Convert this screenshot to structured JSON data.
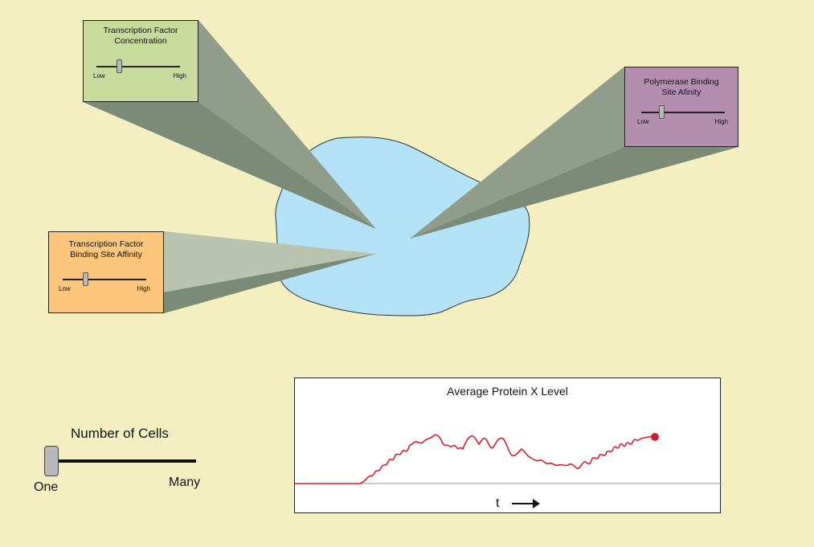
{
  "panels": {
    "tf_concentration": {
      "title_line1": "Transcription Factor",
      "title_line2": "Concentration",
      "low": "Low",
      "high": "High",
      "level": 0.27,
      "color": "#c9da9d"
    },
    "polymerase_affinity": {
      "title_line1": "Polymerase Binding",
      "title_line2": "Site Afinity",
      "low": "Low",
      "high": "High",
      "level": 0.24,
      "color": "#b38eae"
    },
    "tf_binding_affinity": {
      "title_line1": "Transcription Factor",
      "title_line2": "Binding Site Affinity",
      "low": "Low",
      "high": "High",
      "level": 0.27,
      "color": "#fbc57c"
    }
  },
  "cells_slider": {
    "title": "Number of Cells",
    "min_label": "One",
    "max_label": "Many",
    "level": 0.0
  },
  "plot": {
    "title": "Average Protein X Level",
    "x_label": "t",
    "arrow": "→",
    "line_color": "#d4202c",
    "cell_color": "#b4e3f7"
  }
}
